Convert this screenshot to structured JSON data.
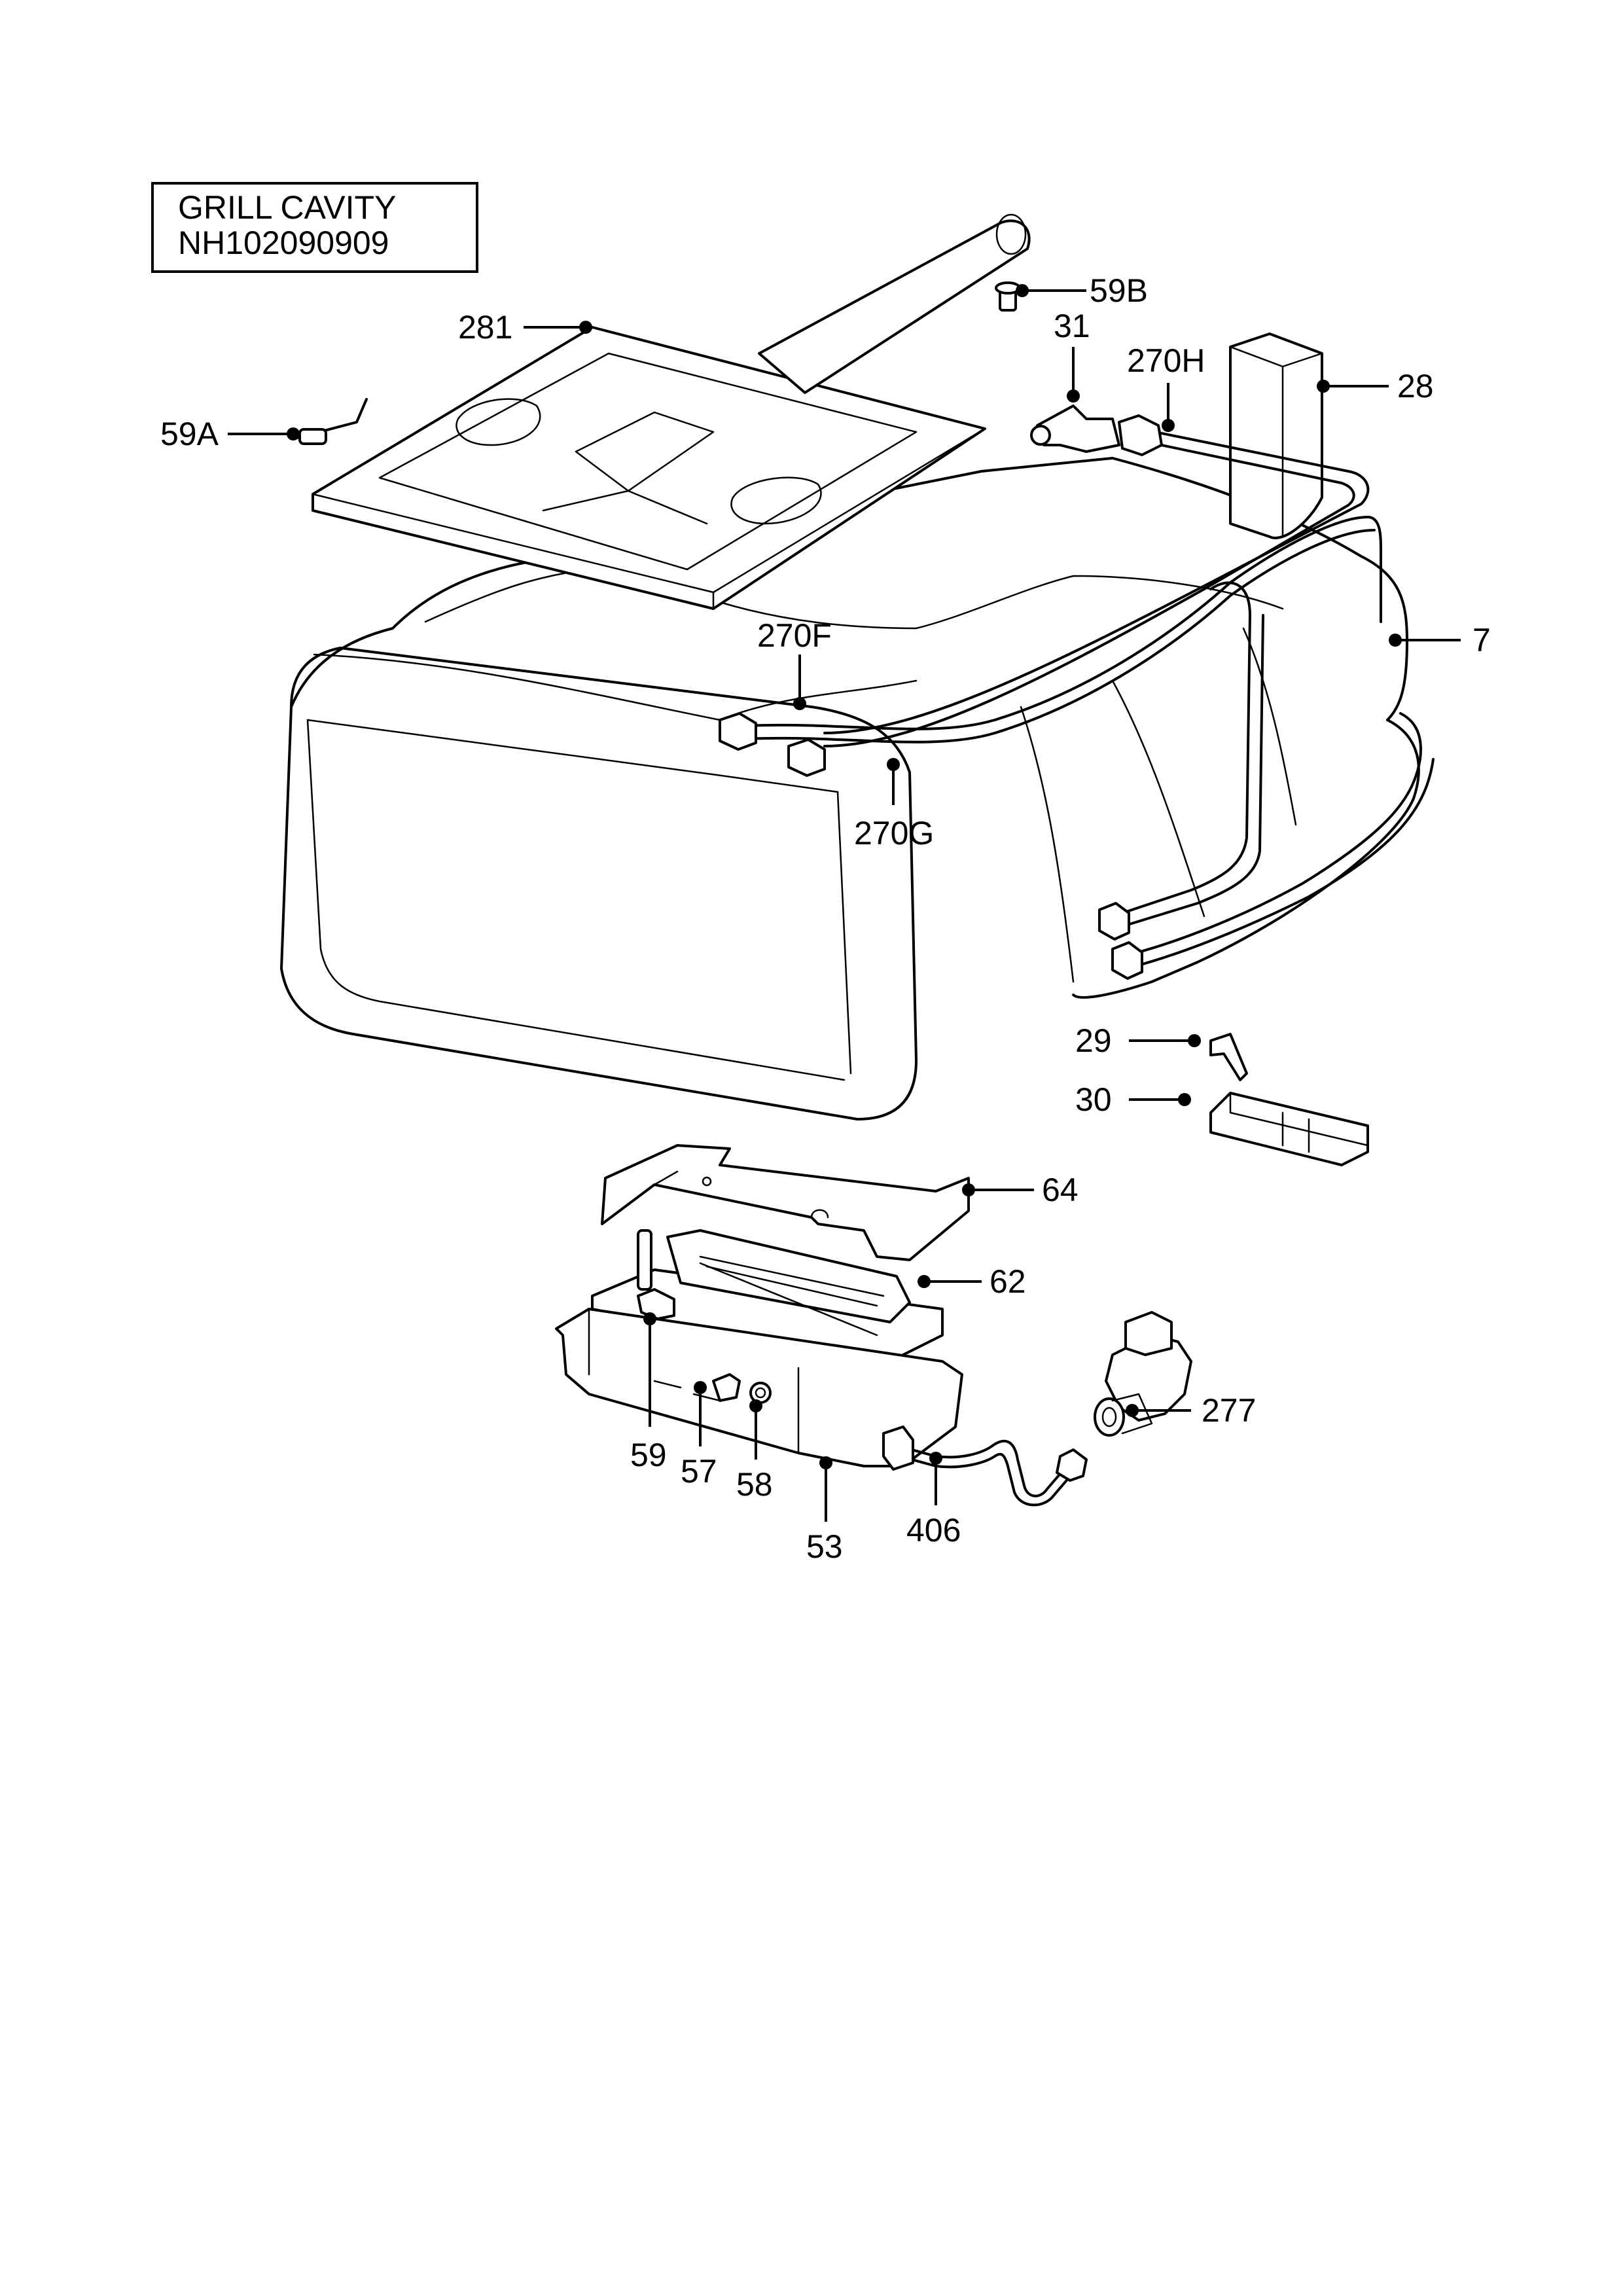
{
  "title_box": {
    "line1": "GRILL CAVITY",
    "line2": "NH102090909"
  },
  "callouts": [
    {
      "id": "281",
      "text": "281"
    },
    {
      "id": "59B",
      "text": "59B"
    },
    {
      "id": "31",
      "text": "31"
    },
    {
      "id": "270H",
      "text": "270H"
    },
    {
      "id": "28",
      "text": "28"
    },
    {
      "id": "59A",
      "text": "59A"
    },
    {
      "id": "7",
      "text": "7"
    },
    {
      "id": "270F",
      "text": "270F"
    },
    {
      "id": "270G",
      "text": "270G"
    },
    {
      "id": "29",
      "text": "29"
    },
    {
      "id": "30",
      "text": "30"
    },
    {
      "id": "64",
      "text": "64"
    },
    {
      "id": "62",
      "text": "62"
    },
    {
      "id": "277",
      "text": "277"
    },
    {
      "id": "59",
      "text": "59"
    },
    {
      "id": "57",
      "text": "57"
    },
    {
      "id": "58",
      "text": "58"
    },
    {
      "id": "53",
      "text": "53"
    },
    {
      "id": "406",
      "text": "406"
    }
  ]
}
